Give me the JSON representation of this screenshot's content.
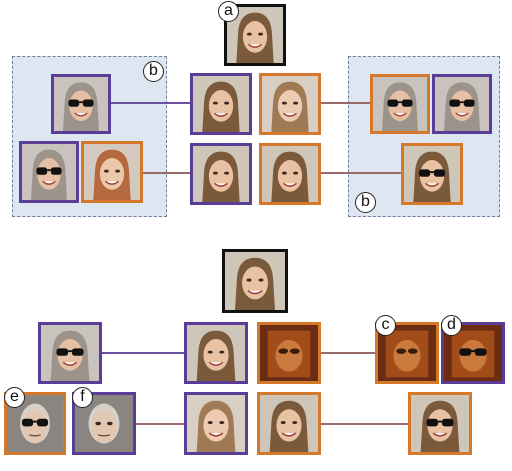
{
  "colors": {
    "purple": "#5a3d96",
    "orange": "#d5782a",
    "black": "#111111",
    "group_fill": "#dde6f1",
    "connector_purple": "#6b4fa0",
    "connector_brown": "#9a6a6a"
  },
  "top": {
    "anchor": {
      "label": "a",
      "glasses": false,
      "style": "woman"
    },
    "left_group": {
      "label": "b"
    },
    "right_group": {
      "label": "b"
    },
    "thumbs": [
      {
        "id": "tl-glasses",
        "border": "purple",
        "glasses": true,
        "style": "woman-gray"
      },
      {
        "id": "tl-bottom-1",
        "border": "purple",
        "glasses": true,
        "style": "woman-gray"
      },
      {
        "id": "tl-bottom-2",
        "border": "orange",
        "glasses": false,
        "style": "woman-red"
      },
      {
        "id": "tc-1",
        "border": "purple",
        "glasses": false,
        "style": "woman"
      },
      {
        "id": "tc-2",
        "border": "orange",
        "glasses": false,
        "style": "woman-light"
      },
      {
        "id": "tc-3",
        "border": "purple",
        "glasses": false,
        "style": "woman"
      },
      {
        "id": "tc-4",
        "border": "orange",
        "glasses": false,
        "style": "woman"
      },
      {
        "id": "tr-1",
        "border": "orange",
        "glasses": true,
        "style": "woman-gray"
      },
      {
        "id": "tr-2",
        "border": "purple",
        "glasses": true,
        "style": "woman-gray"
      },
      {
        "id": "tr-3",
        "border": "orange",
        "glasses": true,
        "style": "woman"
      }
    ]
  },
  "bottom": {
    "anchor": {
      "glasses": false,
      "style": "woman"
    },
    "labels": [
      "c",
      "d",
      "e",
      "f"
    ],
    "thumbs": [
      {
        "id": "bl-glasses",
        "border": "purple",
        "glasses": true,
        "style": "woman-gray"
      },
      {
        "id": "bc-1",
        "border": "purple",
        "glasses": false,
        "style": "woman"
      },
      {
        "id": "bc-2",
        "border": "orange",
        "glasses": false,
        "style": "distorted"
      },
      {
        "id": "br-c",
        "border": "orange",
        "glasses": false,
        "style": "distorted"
      },
      {
        "id": "br-d",
        "border": "purple",
        "glasses": true,
        "style": "distorted"
      },
      {
        "id": "bl-e",
        "border": "orange",
        "glasses": true,
        "style": "bald"
      },
      {
        "id": "bl-f",
        "border": "purple",
        "glasses": false,
        "style": "bald"
      },
      {
        "id": "bc-3",
        "border": "purple",
        "glasses": false,
        "style": "woman-light"
      },
      {
        "id": "bc-4",
        "border": "orange",
        "glasses": false,
        "style": "woman"
      },
      {
        "id": "br-bottom",
        "border": "orange",
        "glasses": true,
        "style": "woman"
      }
    ]
  }
}
